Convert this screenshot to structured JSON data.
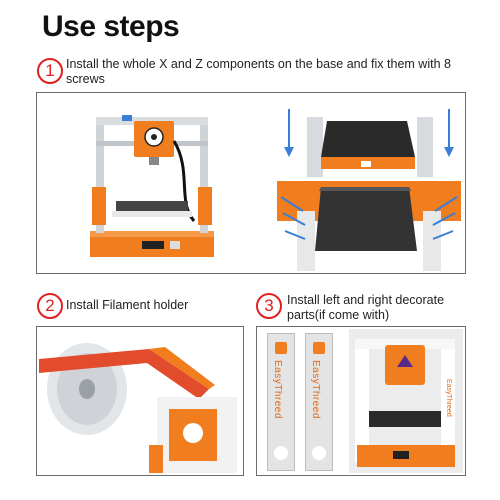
{
  "title": "Use steps",
  "steps": [
    {
      "number": "1",
      "text": "Install the whole X and Z components on the base and fix them with 8 screws"
    },
    {
      "number": "2",
      "text": "Install Filament holder"
    },
    {
      "number": "3",
      "text": "Install left and right decorate parts(if come with)"
    }
  ],
  "brand_label": "EasyThreed",
  "colors": {
    "accent_orange": "#f07d1e",
    "step_red": "#e02020",
    "arrow_blue": "#3a7fd5",
    "bed_black": "#2a2a2a",
    "frame_white": "#f2f2f2"
  },
  "icons": [
    "step-1-circle",
    "step-2-circle",
    "step-3-circle",
    "arrow-down-icon",
    "screw-arrow-icon"
  ]
}
